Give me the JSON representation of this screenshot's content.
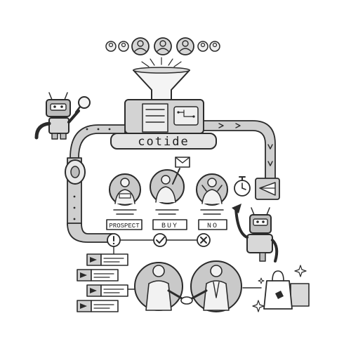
{
  "brand": {
    "name": "cotide"
  },
  "stages": [
    {
      "label": "PROSPECT",
      "status_icon": "exclamation-icon"
    },
    {
      "label": "BUY",
      "status_icon": "check-icon"
    },
    {
      "label": "NO",
      "status_icon": "x-icon"
    }
  ],
  "icons": [
    "user-avatar-icon",
    "funnel-icon",
    "robot-icon",
    "magnifier-icon",
    "stopwatch-icon",
    "paper-plane-icon",
    "envelope-icon",
    "shopping-bag-icon",
    "sparkle-icon",
    "handshake-icon",
    "conveyor-belt-icon"
  ],
  "colors": {
    "ink": "#2b2b2b",
    "shade": "#c9c9c9",
    "background": "#ffffff"
  }
}
